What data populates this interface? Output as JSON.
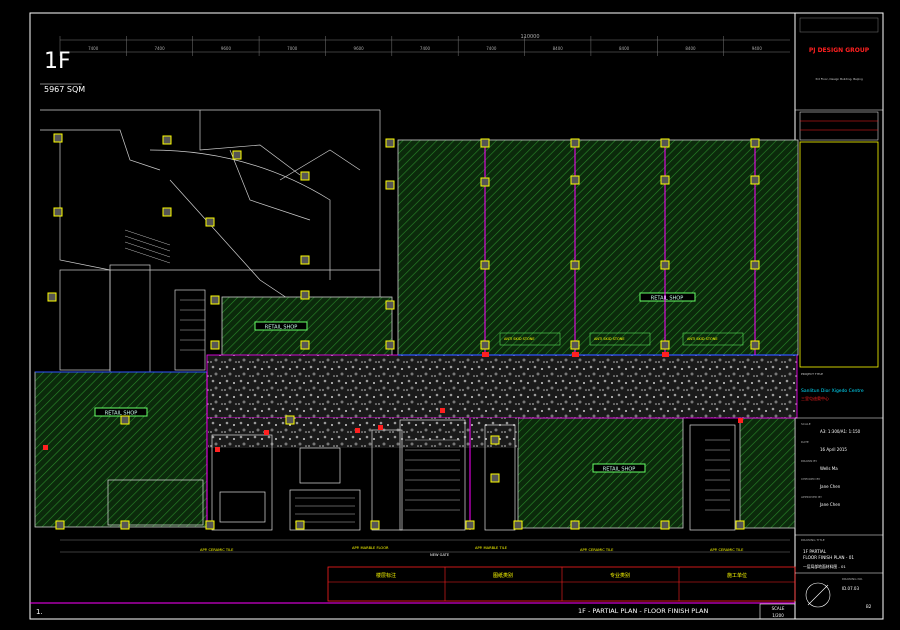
{
  "drawing": {
    "level_mark": "1F",
    "area_label": "5967 SQM",
    "retail_label": "RETAIL SHOP",
    "corridor_top_dims": [
      "7400",
      "7400",
      "9600",
      "7000",
      "9600",
      "7400",
      "7400",
      "8400",
      "8400",
      "8400",
      "9400"
    ],
    "main_span": "110000",
    "callouts": [
      "ANTI SKID STONE",
      "ANTI SKID STONE",
      "ANTI SKID STONE",
      "NEW GATE"
    ],
    "bottom_callouts": [
      "APP. CERAMIC TILE",
      "APP. MARBLE FLOOR",
      "APP. MARBLE TILE",
      "APP. CERAMIC TILE",
      "APP. CERAMIC TILE"
    ]
  },
  "title_block": {
    "firm": "PJ DESIGN GROUP",
    "firm_sub": "3rd Floor, Design Building, Beijing",
    "project_label": "PROJECT TITLE",
    "project_name": "Sanlitun Dior Xigedo Centre",
    "project_cn": "三里屯迪奥中心",
    "scale_label": "SCALE",
    "scale_value": "A3: 1:300/A1: 1:150",
    "date_label": "DATE",
    "date_value": "16 April 2015",
    "drawn_label": "DRAWN BY",
    "drawn_value": "Wells Ma",
    "checked_label": "CHECKED BY",
    "checked_value": "Jane Chen",
    "approved_label": "APPROVED BY",
    "approved_value": "Jane Chen",
    "drawing_title_label": "DRAWING TITLE",
    "drawing_title": "1F PARTIAL\nFLOOR FINISH PLAN - 01",
    "drawing_title_cn": "一层局部地面材料图 - 01",
    "sheet_label": "DRAWING NO.",
    "sheet_no": "ID.07.03",
    "rev": "B2"
  },
  "bottom_table": [
    "楼层标注",
    "图纸类别",
    "专业类别",
    "施工单位"
  ],
  "footer": {
    "number": "1.",
    "title": "1F - PARTIAL PLAN - FLOOR FINISH PLAN",
    "scale_label": "SCALE",
    "scale_value": "1/200"
  },
  "colors": {
    "frame": "#ffffff",
    "hatch": "#2a8a2a",
    "column": "#ffff00",
    "accent": "#ff00ff",
    "wall": "#ffffff",
    "dim": "#888888",
    "red": "#ff2020",
    "cyan": "#00e0ff"
  }
}
